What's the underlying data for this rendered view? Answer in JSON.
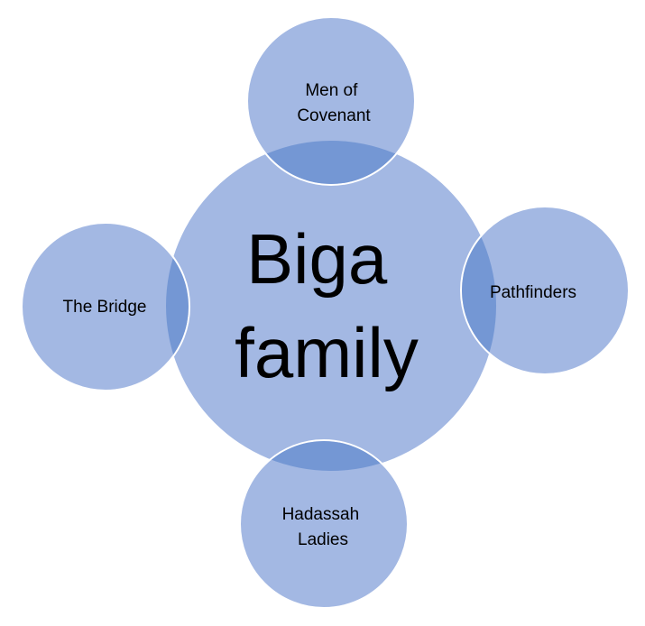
{
  "diagram": {
    "type": "venn-radial",
    "colors": {
      "fill": "#a3b8e3",
      "overlap": "#7497d4",
      "outline": "#ffffff",
      "text": "#000000"
    },
    "center": {
      "lines": [
        "Biga",
        "family"
      ]
    },
    "satellites": [
      {
        "id": "top",
        "lines": [
          "Men of",
          "Covenant"
        ]
      },
      {
        "id": "right",
        "lines": [
          "Pathfinders"
        ]
      },
      {
        "id": "bottom",
        "lines": [
          "Hadassah",
          "Ladies"
        ]
      },
      {
        "id": "left",
        "lines": [
          "The Bridge"
        ]
      }
    ]
  }
}
